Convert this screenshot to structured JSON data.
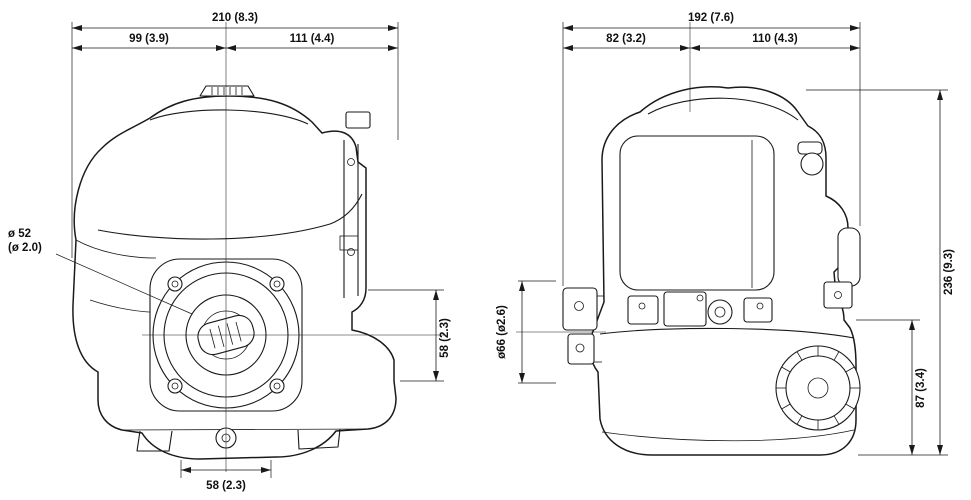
{
  "drawing": {
    "title": "engine-dimension-drawing",
    "front_view": {
      "dims": {
        "overall_width": "210 (8.3)",
        "width_left": "99 (3.9)",
        "width_right": "111 (4.4)",
        "shaft_dia_line1": "ø 52",
        "shaft_dia_line2": "(ø 2.0)",
        "height_side": "58 (2.3)",
        "width_bottom": "58 (2.3)"
      }
    },
    "side_view": {
      "dims": {
        "overall_width": "192 (7.6)",
        "width_left": "82 (3.2)",
        "width_right": "110 (4.3)",
        "clutch_dia": "ø66 (ø2.6)",
        "overall_height": "236 (9.3)",
        "tank_height": "87 (3.4)"
      }
    },
    "colors": {
      "line": "#1a1a1a",
      "background": "#ffffff"
    }
  }
}
